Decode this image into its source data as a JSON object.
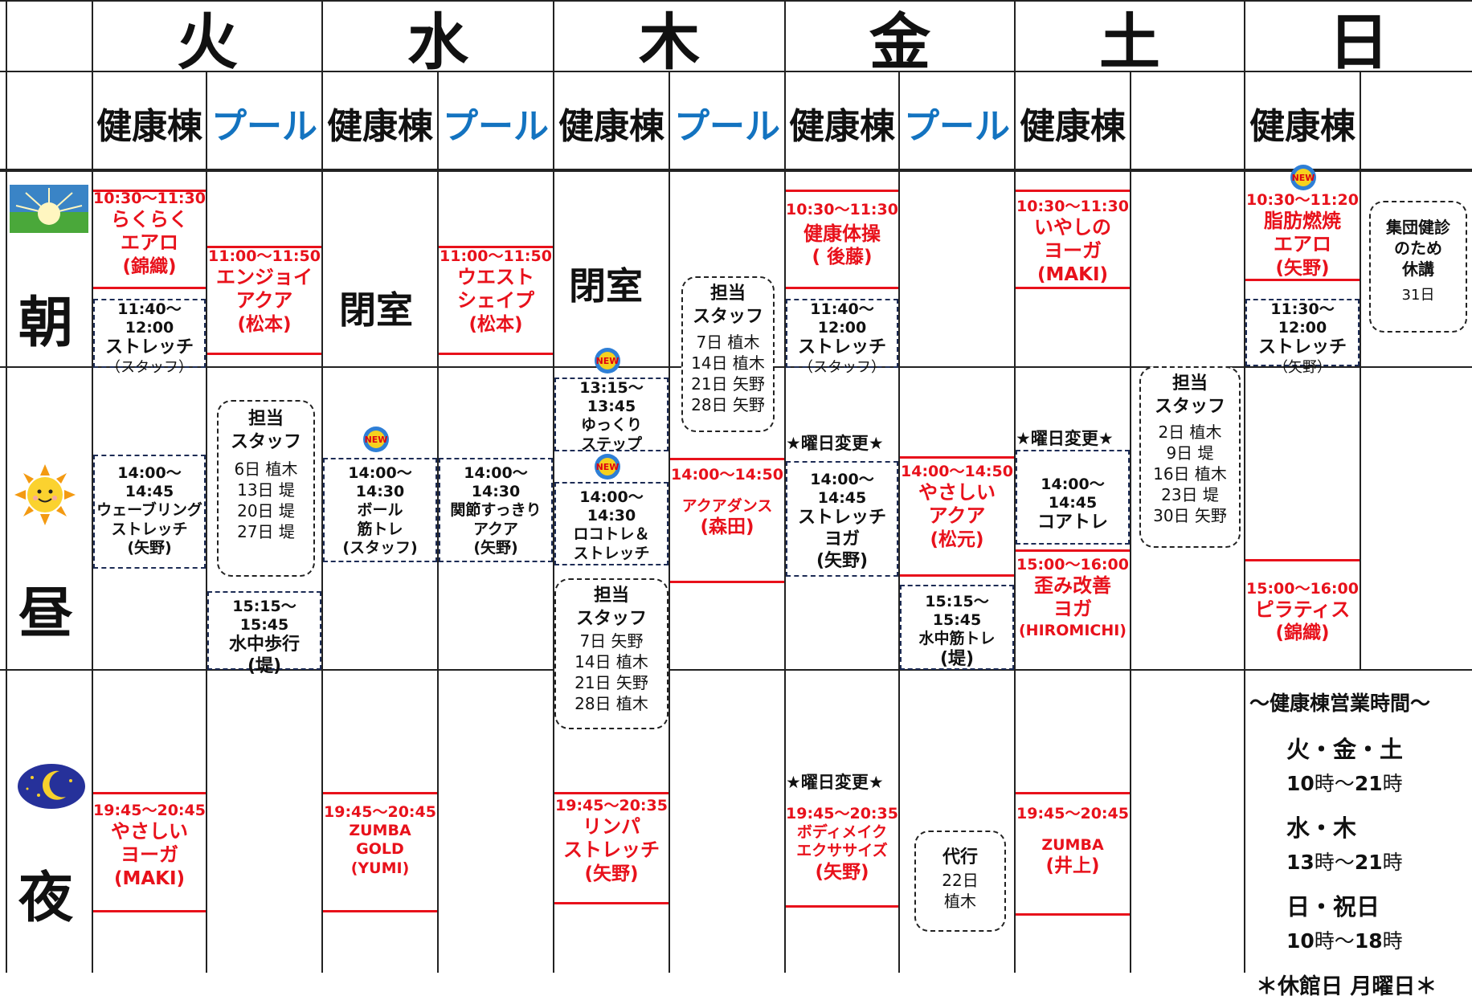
{
  "days": [
    "火",
    "水",
    "木",
    "金",
    "土",
    "日"
  ],
  "facilities": {
    "kenko": "健康棟",
    "pool": "プール"
  },
  "periods": {
    "morning": "朝",
    "noon": "昼",
    "night": "夜"
  },
  "closed": "閉室",
  "badge": "NEW",
  "day_change": "★曜日変更★",
  "colors": {
    "red": "#e8111b",
    "blue": "#1373c0",
    "navy": "#1d2c55"
  },
  "icons": {
    "morning": "sunrise-icon",
    "noon": "sun-icon",
    "night": "moon-icon"
  },
  "classes": {
    "tue_k_m1": {
      "time": "10:30～11:30",
      "name1": "らくらく",
      "name2": "エアロ",
      "inst": "(錦織)"
    },
    "tue_k_m2": {
      "time": "11:40～12:00",
      "name": "ストレッチ",
      "inst": "（スタッフ）"
    },
    "tue_k_n": {
      "time": "14:00～14:45",
      "name1": "ウェーブリング",
      "name2": "ストレッチ",
      "inst": "(矢野)"
    },
    "tue_k_e": {
      "time": "19:45～20:45",
      "name1": "やさしい",
      "name2": "ヨーガ",
      "inst": "(MAKI)"
    },
    "tue_p_m": {
      "time": "11:00～11:50",
      "name1": "エンジョイ",
      "name2": "アクア",
      "inst": "(松本)"
    },
    "tue_p_n": {
      "time": "15:15～ 15:45",
      "name": "水中歩行",
      "inst": "(堤)"
    },
    "wed_k_n": {
      "time": "14:00～14:30",
      "name1": "ボール",
      "name2": "筋トレ",
      "inst": "(スタッフ)"
    },
    "wed_k_e": {
      "time": "19:45～20:45",
      "name1": "ZUMBA",
      "name2": "GOLD",
      "inst": "(YUMI)"
    },
    "wed_p_m": {
      "time": "11:00～11:50",
      "name1": "ウエスト",
      "name2": "シェイプ",
      "inst": "(松本)"
    },
    "wed_p_n": {
      "time": "14:00～14:30",
      "name1": "関節すっきり",
      "name2": "アクア",
      "inst": "(矢野)"
    },
    "thu_k_n1": {
      "time": "13:15～13:45",
      "name1": "ゆっくり",
      "name2": "ステップ"
    },
    "thu_k_n2": {
      "time": "14:00～14:30",
      "name1": "ロコトレ＆",
      "name2": "ストレッチ"
    },
    "thu_k_e": {
      "time": "19:45～20:35",
      "name1": "リンパ",
      "name2": "ストレッチ",
      "inst": "(矢野)"
    },
    "thu_p_n": {
      "time": "14:00～14:50",
      "name": "アクアダンス",
      "inst": "(森田)"
    },
    "fri_k_m1": {
      "time": "10:30～11:30",
      "name": "健康体操",
      "inst": "( 後藤)"
    },
    "fri_k_m2": {
      "time": "11:40～12:00",
      "name": "ストレッチ",
      "inst": "（スタッフ）"
    },
    "fri_k_n": {
      "time": "14:00～14:45",
      "name1": "ストレッチ",
      "name2": "ヨガ",
      "inst": "(矢野)"
    },
    "fri_k_e": {
      "time": "19:45～20:35",
      "name1": "ボディメイク",
      "name2": "エクササイズ",
      "inst": "(矢野)"
    },
    "fri_p_n1": {
      "time": "14:00～14:50",
      "name1": "やさしい",
      "name2": "アクア",
      "inst": "(松元)"
    },
    "fri_p_n2": {
      "time": "15:15～15:45",
      "name": "水中筋トレ",
      "inst": "(堤)"
    },
    "sat_k_m": {
      "time": "10:30～11:30",
      "name1": "いやしの",
      "name2": "ヨーガ",
      "inst": "(MAKI)"
    },
    "sat_k_n1": {
      "time": "14:00～14:45",
      "name": "コアトレ"
    },
    "sat_k_n2": {
      "time": "15:00～16:00",
      "name1": "歪み改善",
      "name2": "ヨガ",
      "inst": "(HIROMICHI)"
    },
    "sat_k_e": {
      "time": "19:45～20:45",
      "name": "ZUMBA",
      "inst": "(井上)"
    },
    "sun_k_m1": {
      "time": "10:30～11:20",
      "name1": "脂肪燃焼",
      "name2": "エアロ",
      "inst": "(矢野)"
    },
    "sun_k_m2": {
      "time": "11:30～12:00",
      "name": "ストレッチ",
      "inst": "（矢野）"
    },
    "sun_k_n": {
      "time": "15:00～16:00",
      "name": "ピラティス",
      "inst": "(錦織)"
    }
  },
  "bubbles": {
    "tue": {
      "head1": "担当",
      "head2": "スタッフ",
      "rows": [
        "6日 植木",
        "13日 堤",
        "20日 堤",
        "27日 堤"
      ]
    },
    "thu_top": {
      "head1": "担当",
      "head2": "スタッフ",
      "rows": [
        "7日 植木",
        "14日 植木",
        "21日 矢野",
        "28日 矢野"
      ]
    },
    "thu_bottom": {
      "head1": "担当",
      "head2": "スタッフ",
      "rows": [
        "7日 矢野",
        "14日 植木",
        "21日 矢野",
        "28日 植木"
      ]
    },
    "sat": {
      "head1": "担当",
      "head2": "スタッフ",
      "rows": [
        "2日 植木",
        "9日 堤",
        "16日 植木",
        "23日 堤",
        "30日 矢野"
      ]
    },
    "fri": {
      "head": "代行",
      "rows": [
        "22日",
        "植木"
      ]
    },
    "sun": {
      "head1": "集団健診",
      "head2": "のため",
      "head3": "休講",
      "row": "31日"
    }
  },
  "hours": {
    "title": "～健康棟営業時間～",
    "g1_days": "火・金・土",
    "g1_h1": "10",
    "g1_u1": "時～",
    "g1_h2": "21",
    "g1_u2": "時",
    "g2_days": "水・木",
    "g2_h1": "13",
    "g2_u1": "時～",
    "g2_h2": "21",
    "g2_u2": "時",
    "g3_days": "日・祝日",
    "g3_h1": "10",
    "g3_u1": "時～",
    "g3_h2": "18",
    "g3_u2": "時",
    "closed": "＊休館日 月曜日＊"
  }
}
